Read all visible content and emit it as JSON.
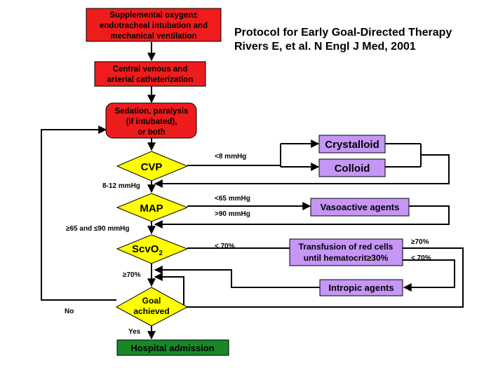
{
  "title": {
    "line1": "Protocol for Early Goal-Directed Therapy",
    "line2": "Rivers E, et al. N Engl J Med, 2001"
  },
  "nodes": {
    "oxygen": [
      "Supplemental oxygen±",
      "endotracheal intubation and",
      "mechanical ventilation"
    ],
    "catheter": [
      "Central venous and",
      "arterial catheterization"
    ],
    "sedation": [
      "Sedation, paralysis",
      "(if intubated),",
      "or both"
    ],
    "cvp": "CVP",
    "map": "MAP",
    "scvo2": "ScvO",
    "scvo2_sub": "2",
    "goal": [
      "Goal",
      "achieved"
    ],
    "crystalloid": "Crystalloid",
    "colloid": "Colloid",
    "vasoactive": "Vasoactive agents",
    "transfusion": [
      "Transfusion of red cells",
      "until hematocrit≥30%"
    ],
    "inotropic": "Intropic agents",
    "hospital": "Hospital admission"
  },
  "labels": {
    "cvp_low": "<8 mmHg",
    "cvp_ok": "8-12 mmHg",
    "map_low": "<65 mmHg",
    "map_high": ">90 mmHg",
    "map_ok": "≥65 and ≤90 mmHg",
    "scvo2_low": "< 70%",
    "scvo2_ok": "≥70%",
    "trans_ok": "≥70%",
    "trans_low": "< 70%",
    "no": "No",
    "yes": "Yes"
  },
  "colors": {
    "red": "#ee1c1c",
    "yellow": "#ffff00",
    "lavender": "#c596f5",
    "green": "#17882a",
    "line": "#000000"
  }
}
